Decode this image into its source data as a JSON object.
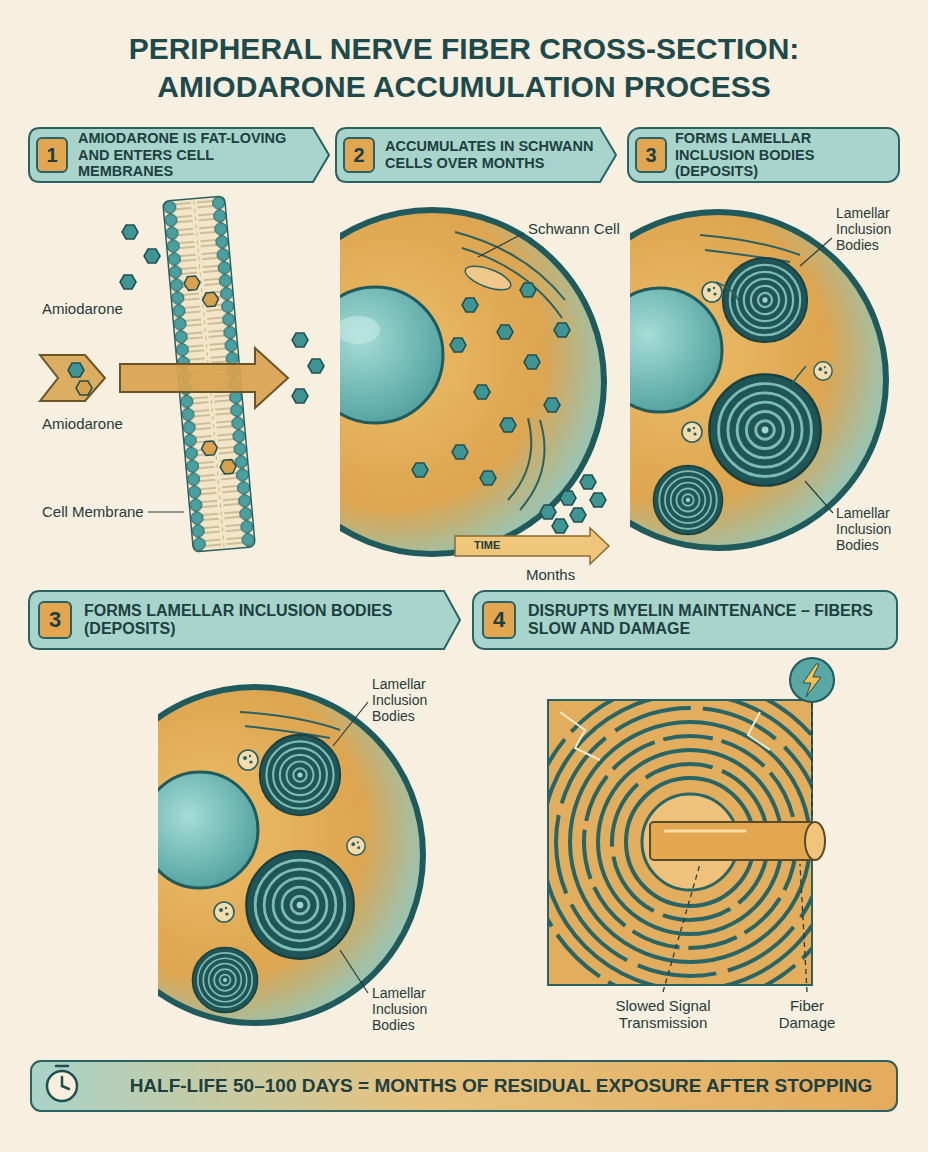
{
  "diagram": {
    "title": "PERIPHERAL NERVE FIBER CROSS-SECTION: AMIODARONE ACCUMULATION PROCESS",
    "nodes": [
      {
        "text": [
          "AMIODARONE IS FAT-LOVING AND ENTERS CELL MEMBRANES"
        ]
      },
      {
        "text": [
          "1"
        ],
        "in": 0
      },
      {
        "text": [
          "ACCUMULATES IN SCHWANN CELLS OVER MONTHS"
        ]
      },
      {
        "text": [
          "2"
        ],
        "in": 2
      },
      {
        "text": [
          "FORMS LAMELLAR INCLUSION BODIES (DEPOSITS)"
        ]
      },
      {
        "text": [
          "3"
        ],
        "in": 4
      },
      {
        "text": [
          "FORMS LAMELLAR INCLUSION BODIES (DEPOSITS)"
        ]
      },
      {
        "text": [
          "3"
        ],
        "in": 6
      },
      {
        "text": [
          "DISRUPTS MYELIN MAINTENANCE – FIBERS SLOW AND DAMAGE"
        ]
      },
      {
        "text": [
          "4"
        ],
        "in": 8
      },
      {
        "text": [
          "HALF-LIFE 50–100 DAYS = MONTHS OF RESIDUAL EXPOSURE AFTER STOPPING"
        ]
      }
    ],
    "labels": [
      "Amiodarone",
      "Amiodarone",
      "Cell Membrane",
      "Schwann Cell",
      "TIME",
      "Months",
      "Lamellar Inclusion Bodies",
      "Lamellar Inclusion Bodies",
      "Lamellar Inclusion Bodies",
      "Lamellar Inclusion Bodies",
      "Slowed Signal Transmission",
      "Fiber Damage"
    ]
  }
}
